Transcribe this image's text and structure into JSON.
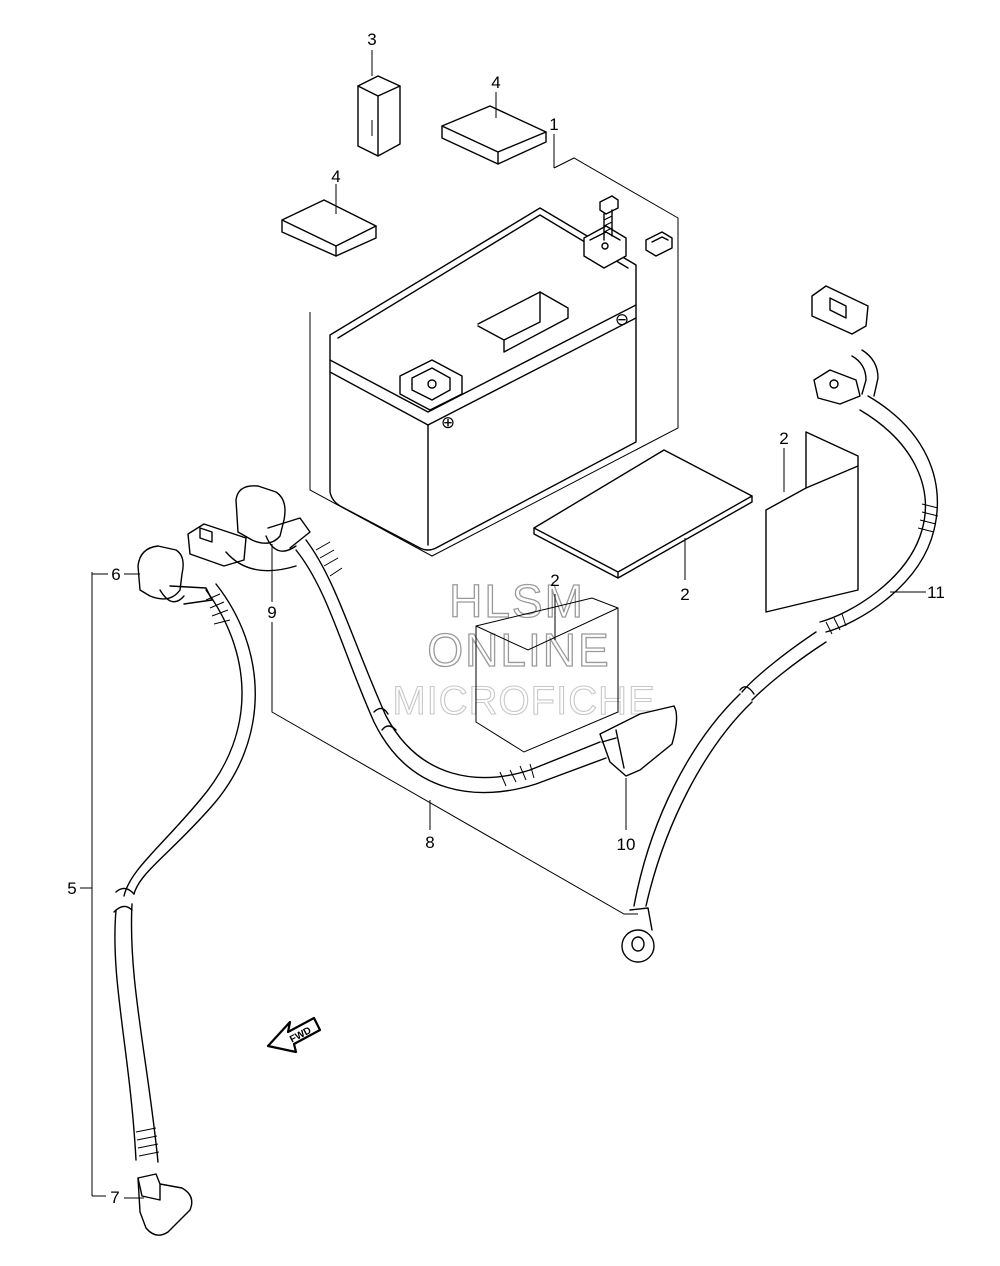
{
  "diagram": {
    "callouts": [
      {
        "id": "c1",
        "label": "1"
      },
      {
        "id": "c2a",
        "label": "2"
      },
      {
        "id": "c2b",
        "label": "2"
      },
      {
        "id": "c2c",
        "label": "2"
      },
      {
        "id": "c3",
        "label": "3"
      },
      {
        "id": "c4a",
        "label": "4"
      },
      {
        "id": "c4b",
        "label": "4"
      },
      {
        "id": "c5",
        "label": "5"
      },
      {
        "id": "c6",
        "label": "6"
      },
      {
        "id": "c7",
        "label": "7"
      },
      {
        "id": "c8",
        "label": "8"
      },
      {
        "id": "c9",
        "label": "9"
      },
      {
        "id": "c10",
        "label": "10"
      },
      {
        "id": "c11",
        "label": "11"
      }
    ],
    "terminal_signs": {
      "positive": "⊕",
      "negative": "⊖"
    },
    "fwd_label": "FWD"
  },
  "watermark": {
    "line1": "HLSM",
    "line2": "ONLINE",
    "line3": "MICROFICHE"
  }
}
